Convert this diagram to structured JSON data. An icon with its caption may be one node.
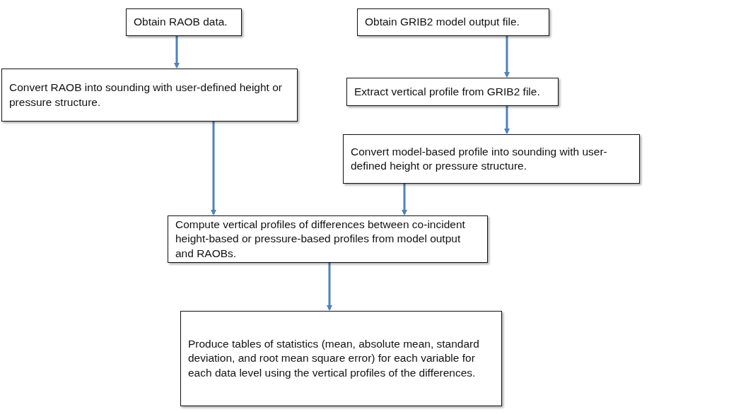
{
  "diagram": {
    "nodes": [
      {
        "text": [
          "Obtain RAOB data."
        ]
      },
      {
        "text": [
          "Obtain GRIB2 model output file."
        ]
      },
      {
        "text": [
          "Convert RAOB into sounding with user-defined height or pressure structure."
        ]
      },
      {
        "text": [
          "Extract vertical profile from GRIB2 file."
        ]
      },
      {
        "text": [
          "Convert model-based profile into sounding with user-defined height or pressure structure."
        ]
      },
      {
        "text": [
          "Compute vertical profiles of differences between co-incident height-based or pressure-based profiles from model output and RAOBs."
        ]
      },
      {
        "text": [
          "Produce tables of statistics (mean, absolute mean, standard deviation, and root mean square error) for each variable for each data level using the vertical profiles of the differences."
        ]
      }
    ],
    "edges": [
      {
        "from": 0,
        "to": 2,
        "arrow": "to"
      },
      {
        "from": 1,
        "to": 3,
        "arrow": "to"
      },
      {
        "from": 3,
        "to": 4,
        "arrow": "to"
      },
      {
        "from": 2,
        "to": 5,
        "arrow": "to"
      },
      {
        "from": 4,
        "to": 5,
        "arrow": "to"
      },
      {
        "from": 5,
        "to": 6,
        "arrow": "to"
      }
    ]
  }
}
